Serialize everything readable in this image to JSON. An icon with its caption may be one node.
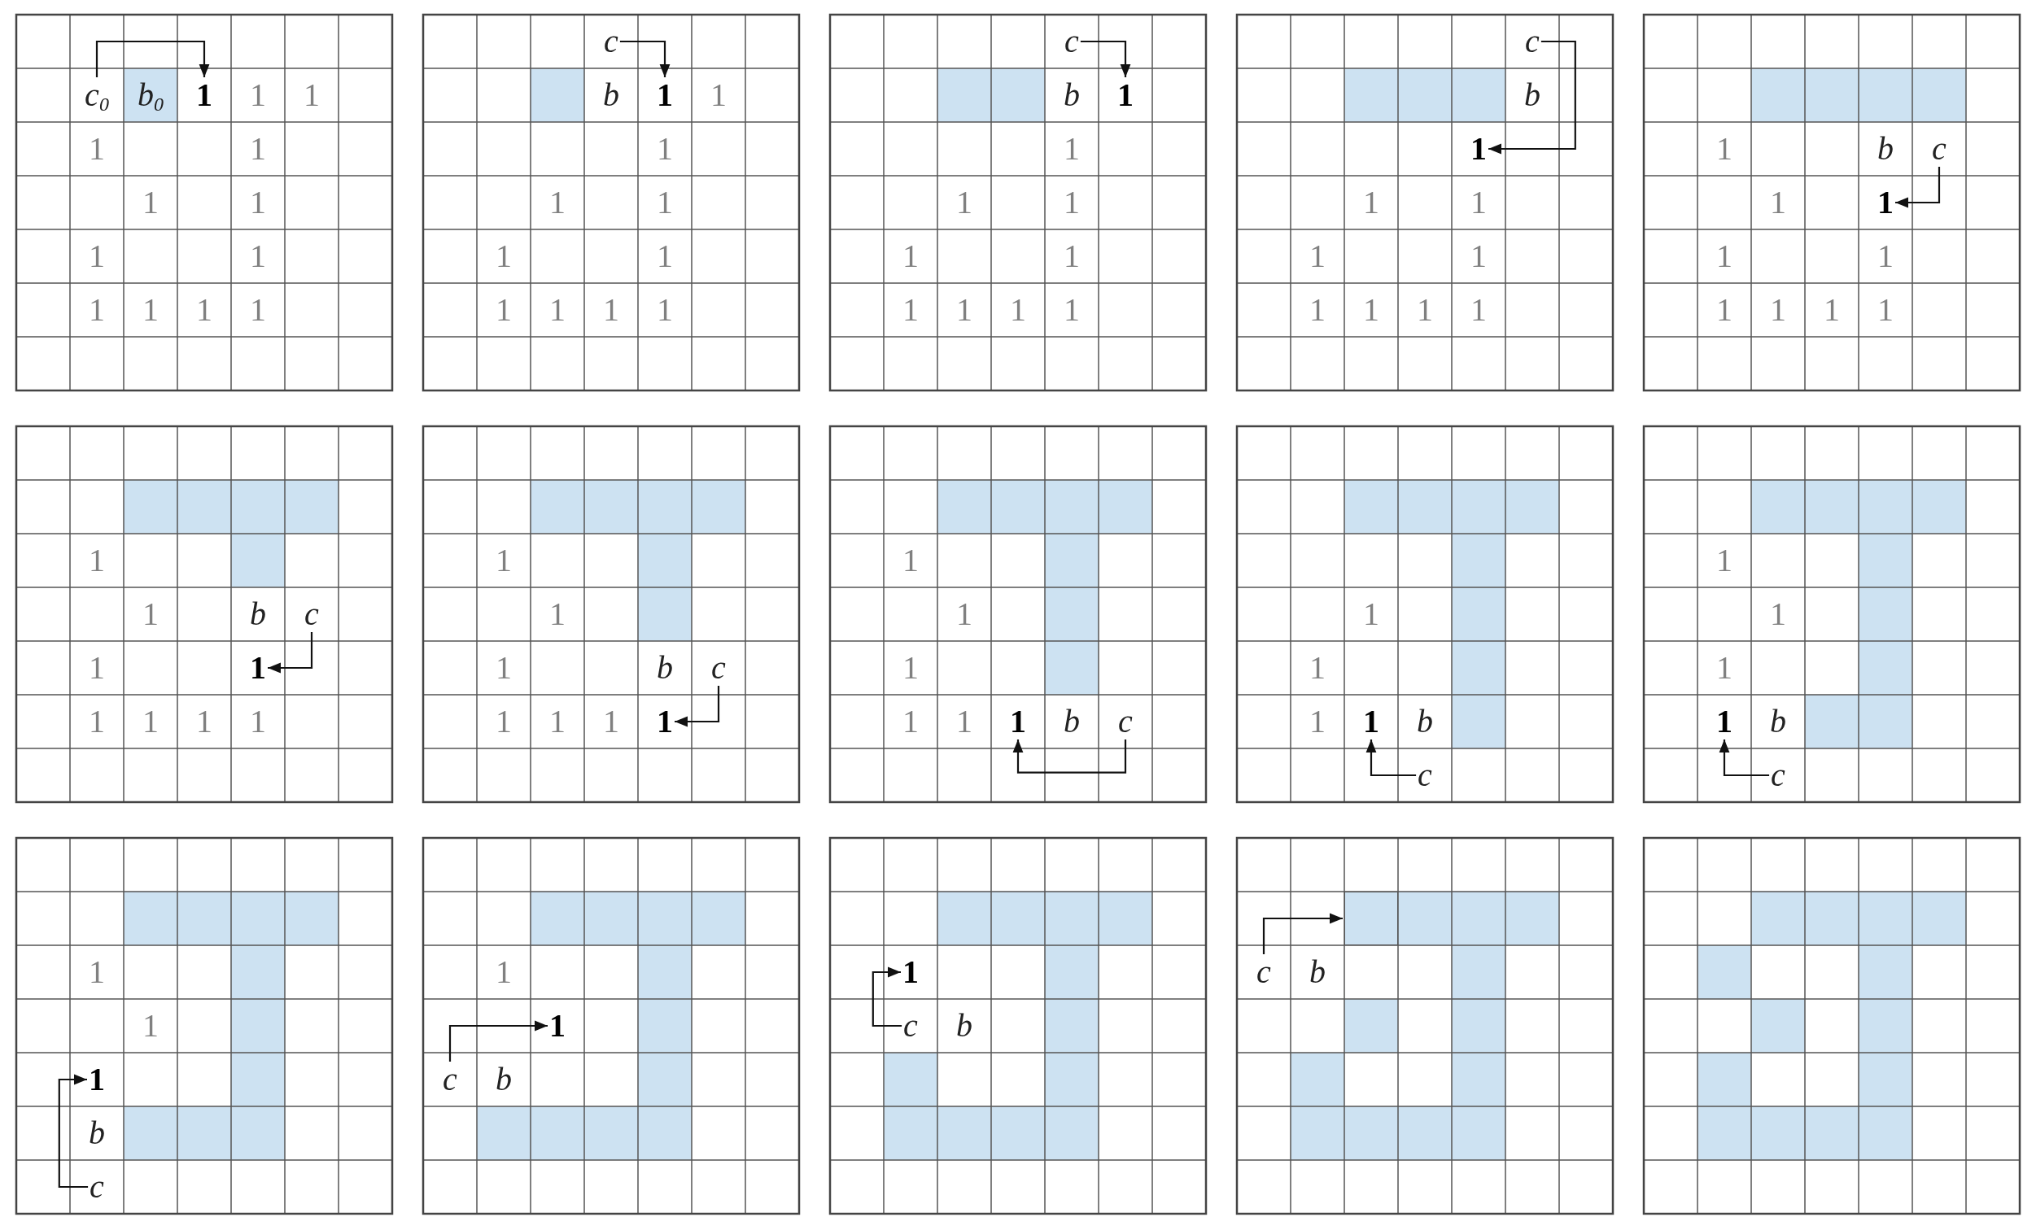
{
  "diagram": {
    "nodes": [
      {
        "text": [
          "c$_{0}$"
        ]
      },
      {
        "text": [
          "1"
        ]
      },
      {
        "text": [
          "c"
        ]
      },
      {
        "text": [
          "1"
        ]
      },
      {
        "text": [
          "c"
        ]
      },
      {
        "text": [
          "1"
        ]
      },
      {
        "text": [
          "c"
        ]
      },
      {
        "text": [
          "1"
        ]
      },
      {
        "text": [
          "c"
        ]
      },
      {
        "text": [
          "1"
        ]
      },
      {
        "text": [
          "c"
        ]
      },
      {
        "text": [
          "1"
        ]
      },
      {
        "text": [
          "c"
        ]
      },
      {
        "text": [
          "1"
        ]
      },
      {
        "text": [
          "1"
        ]
      },
      {
        "text": [
          "c"
        ]
      },
      {
        "text": [
          "1"
        ]
      },
      {
        "text": [
          "c"
        ]
      },
      {
        "text": [
          "1"
        ]
      },
      {
        "text": [
          "c"
        ]
      },
      {
        "text": [
          "1"
        ]
      },
      {
        "text": [
          "c"
        ]
      },
      {
        "text": [
          "1"
        ]
      },
      {
        "text": [
          "c"
        ]
      },
      {
        "text": [
          "1"
        ]
      },
      {
        "text": [
          "c"
        ]
      },
      {
        "text": [
          "c"
        ]
      },
      {
        "text": [],
        "shape": "box"
      }
    ],
    "edges": [
      {
        "from": 0,
        "to": 1,
        "arrow": "to"
      },
      {
        "from": 2,
        "to": 3,
        "arrow": "to"
      },
      {
        "from": 4,
        "to": 5,
        "arrow": "to"
      },
      {
        "from": 6,
        "to": 7,
        "arrow": "to"
      },
      {
        "from": 8,
        "to": 9,
        "arrow": "to"
      },
      {
        "from": 10,
        "to": 11,
        "arrow": "to"
      },
      {
        "from": 12,
        "to": 13,
        "arrow": "to"
      },
      {
        "from": 15,
        "to": 14,
        "arrow": "to"
      },
      {
        "from": 17,
        "to": 16,
        "arrow": "to"
      },
      {
        "from": 19,
        "to": 18,
        "arrow": "to"
      },
      {
        "from": 21,
        "to": 20,
        "arrow": "to"
      },
      {
        "from": 23,
        "to": 22,
        "arrow": "to"
      },
      {
        "from": 25,
        "to": 24,
        "arrow": "to"
      },
      {
        "from": 26,
        "to": 27,
        "arrow": "to"
      }
    ],
    "labels": [
      "b$_{0}$",
      "1",
      "1",
      "1",
      "1",
      "1",
      "1",
      "1",
      "1",
      "1",
      "1",
      "1",
      "1",
      "b",
      "1",
      "1",
      "1",
      "1",
      "1",
      "1",
      "1",
      "1",
      "1",
      "1",
      "b",
      "1",
      "1",
      "1",
      "1",
      "1",
      "1",
      "1",
      "1",
      "1",
      "b",
      "1",
      "1",
      "1",
      "1",
      "1",
      "1",
      "1",
      "1",
      "1",
      "b",
      "1",
      "1",
      "1",
      "1",
      "1",
      "1",
      "1",
      "1",
      "1",
      "b",
      "1",
      "1",
      "1",
      "1",
      "1",
      "1",
      "1",
      "1",
      "b",
      "1",
      "1",
      "1",
      "1",
      "1",
      "1",
      "1",
      "1",
      "b",
      "1",
      "1",
      "1",
      "b",
      "1",
      "1",
      "1",
      "b",
      "1",
      "1",
      "b",
      "1",
      "b",
      "b",
      "b"
    ]
  }
}
